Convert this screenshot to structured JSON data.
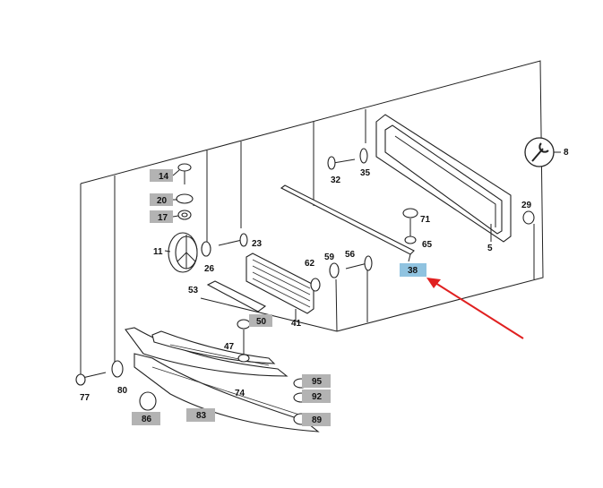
{
  "diagram": {
    "callouts": {
      "p14": "14",
      "p20": "20",
      "p17": "17",
      "p11": "11",
      "p26": "26",
      "p23": "23",
      "p32": "32",
      "p35": "35",
      "p71": "71",
      "p65": "65",
      "p5": "5",
      "p29": "29",
      "p8": "8",
      "p62": "62",
      "p59": "59",
      "p56": "56",
      "p38": "38",
      "p53": "53",
      "p50": "50",
      "p41": "41",
      "p47": "47",
      "p74": "74",
      "p77": "77",
      "p80": "80",
      "p86": "86",
      "p83": "83",
      "p95": "95",
      "p92": "92",
      "p89": "89"
    },
    "colors": {
      "badge_gray": "#b3b3b3",
      "badge_highlight": "#90c3e0",
      "arrow": "#e02020",
      "line": "#222222"
    },
    "highlighted_part": "38"
  }
}
